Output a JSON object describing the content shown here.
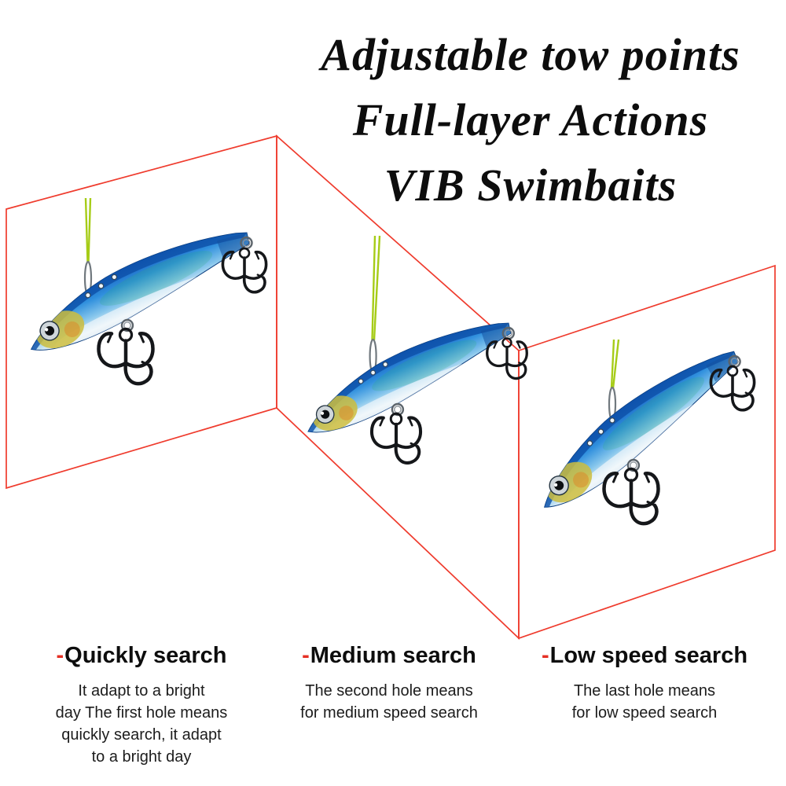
{
  "image": {
    "type": "product-infographic",
    "subject": "VIB swimbait fishing lures with adjustable tow point holes"
  },
  "title": {
    "lines": [
      "Adjustable tow points",
      "Full-layer Actions",
      "VIB Swimbaits"
    ]
  },
  "captions": [
    {
      "dash": "-",
      "heading": "Quickly search",
      "body": "It adapt to a bright\nday The first hole means\nquickly search, it adapt\nto a bright day"
    },
    {
      "dash": "-",
      "heading": "Medium search",
      "body": "The second hole means\nfor medium speed search"
    },
    {
      "dash": "-",
      "heading": "Low speed search",
      "body": "The last hole means\nfor low speed search"
    }
  ],
  "palette": {
    "panel_outline_red": "#e53024",
    "dash_red": "#e53024",
    "hang_line_green": "#a6cc17",
    "lure_blue": "#1668cf",
    "text_black": "#0d0d0d"
  }
}
